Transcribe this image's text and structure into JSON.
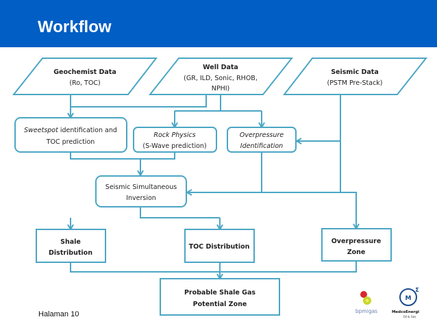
{
  "title": "Workflow",
  "footer": "Halaman 10",
  "colors": {
    "header": "#005ec4",
    "stroke": "#4ba6c4"
  },
  "nodes": {
    "geochem": {
      "title": "Geochemist Data",
      "sub": "(Ro, TOC)"
    },
    "well": {
      "title": "Well Data",
      "sub1": "(GR, ILD, Sonic, RHOB,",
      "sub2": "NPHI)"
    },
    "seismic": {
      "title": "Seismic Data",
      "sub": "(PSTM Pre-Stack)"
    },
    "sweetspot": {
      "italic": "Sweetspot",
      "rest": " identification and",
      "line2": "TOC prediction"
    },
    "rock": {
      "line1": "Rock Physics",
      "line2": "(S-Wave prediction)"
    },
    "overid": {
      "line1": "Overpressure",
      "line2": "Identification"
    },
    "inversion": {
      "line1": "Seismic Simultaneous",
      "line2": "Inversion"
    },
    "shale": {
      "line1": "Shale",
      "line2": "Distribution"
    },
    "toc": {
      "line1": "TOC Distribution"
    },
    "overzone": {
      "line1": "Overpressure",
      "line2": "Zone"
    },
    "probable": {
      "line1": "Probable Shale Gas",
      "line2": "Potential Zone"
    }
  },
  "logos": {
    "bpmigas": "bpmigas",
    "medco": "MedcoEnergi",
    "medco_sub": "Oil & Gas"
  }
}
